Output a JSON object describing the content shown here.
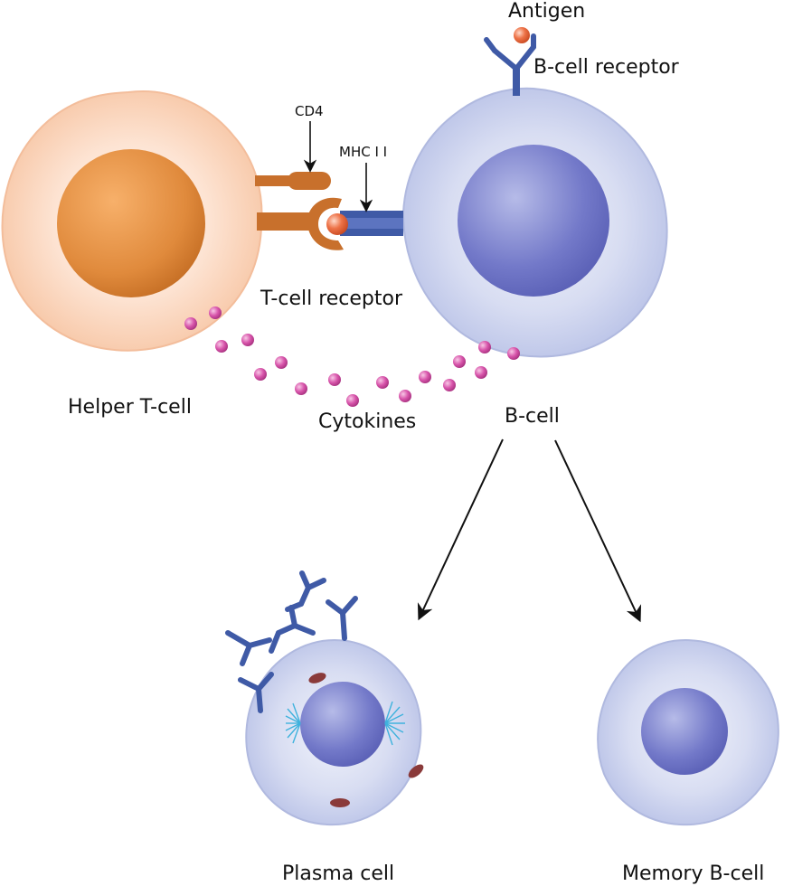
{
  "labels": {
    "antigen": "Antigen",
    "b_cell_receptor": "B-cell receptor",
    "cd4": "CD4",
    "mhc_ii": "MHC I I",
    "t_cell_receptor": "T-cell receptor",
    "helper_t_cell": "Helper T-cell",
    "cytokines": "Cytokines",
    "b_cell": "B-cell",
    "plasma_cell": "Plasma cell",
    "memory_b_cell": "Memory B-cell"
  },
  "colors": {
    "t_cell_membrane": "#fbd5bd",
    "t_cell_nucleus": "#e08a3c",
    "t_cell_receptor": "#c8702c",
    "b_cell_membrane": "#c9d1ee",
    "b_cell_nucleus": "#6b73c6",
    "receptor_blue": "#3f5aa6",
    "antigen": "#e8623d",
    "cytokine": "#d04ea3",
    "arrow": "#111111",
    "mitochondria": "#8a3a3a",
    "centrosome": "#3fb2dd"
  },
  "icons": [
    "helper-t-cell",
    "b-cell",
    "plasma-cell",
    "memory-b-cell",
    "antibody",
    "cytokine",
    "antigen",
    "arrow"
  ]
}
